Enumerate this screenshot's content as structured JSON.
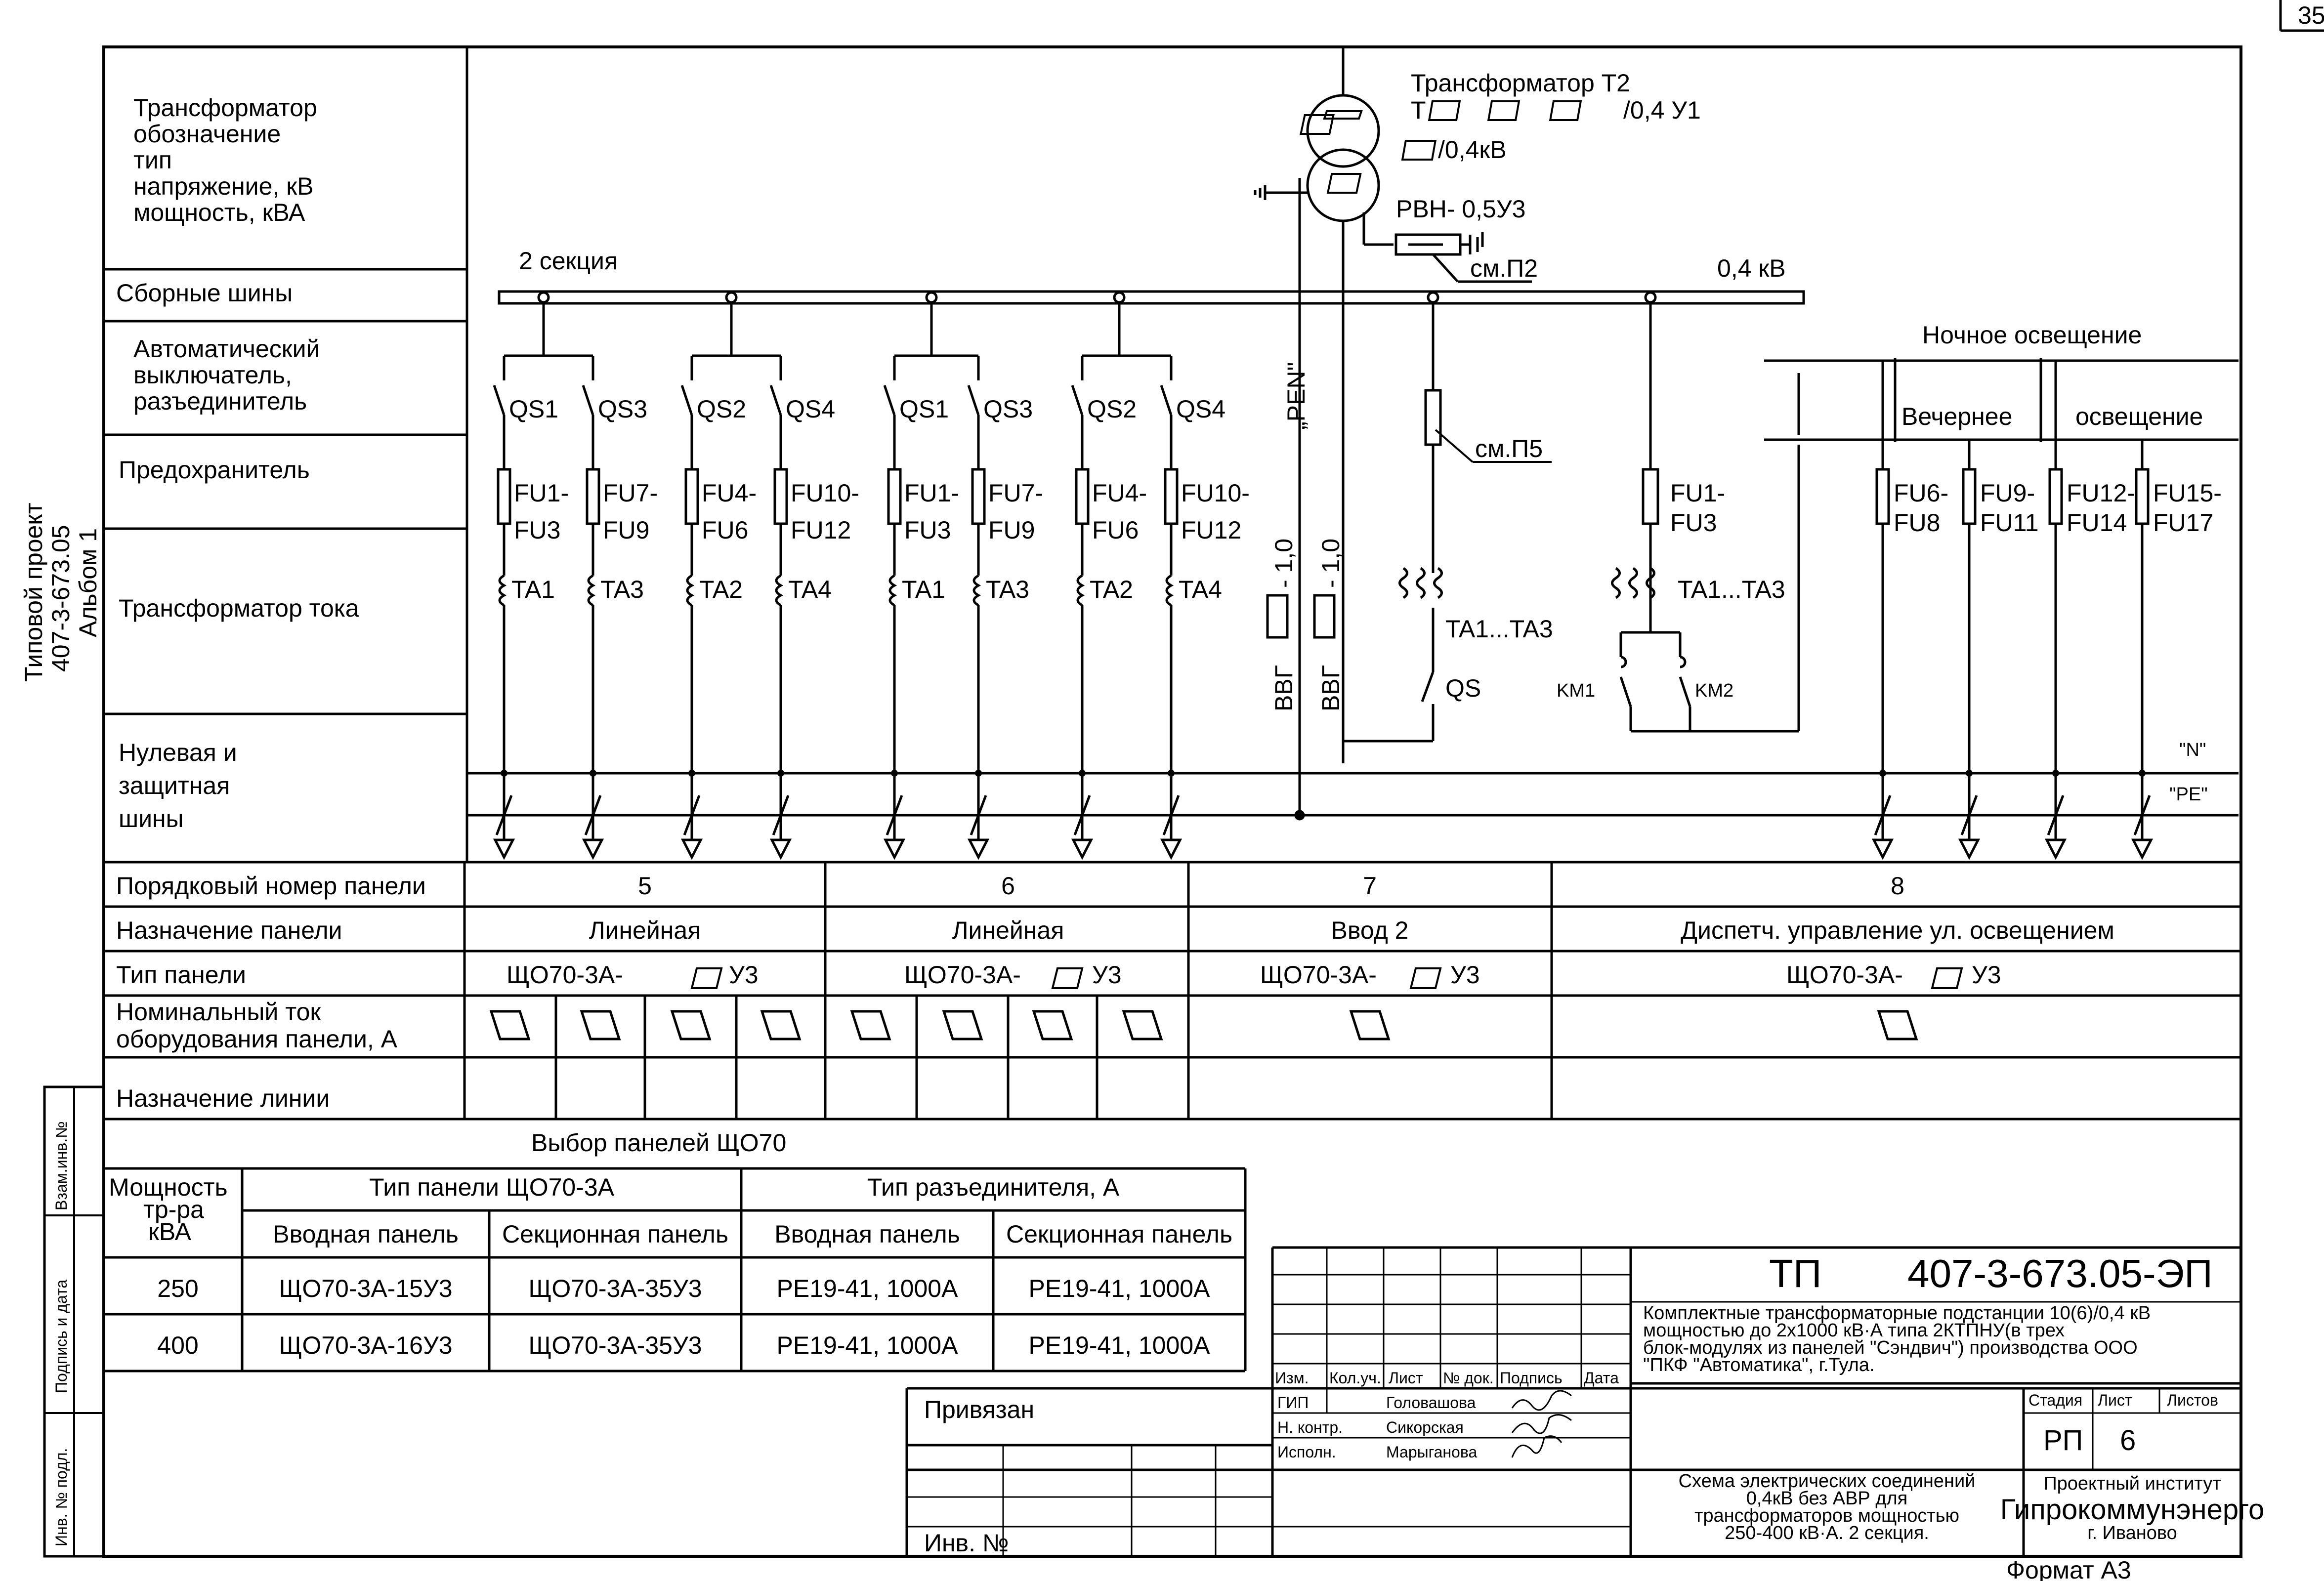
{
  "sheet_number": "35",
  "side_text": {
    "line1": "Типовой проект",
    "line2": "407-3-673.05",
    "line3": "Альбом 1"
  },
  "stamp_side": {
    "vzam": "Взам.инв.№",
    "podpis": "Подпись и дата",
    "inv": "Инв. № подл."
  },
  "row_labels": {
    "transformer": [
      "Трансформатор",
      "обозначение",
      "тип",
      "напряжение, кВ",
      "мощность, кВА"
    ],
    "busbar": "Сборные шины",
    "breaker": [
      "Автоматический",
      "выключатель,",
      "разъединитель"
    ],
    "fuse": "Предохранитель",
    "ct": "Трансформатор тока",
    "neutral": [
      "Нулевая и",
      "защитная",
      "шины"
    ]
  },
  "diagram": {
    "section": "2 секция",
    "voltage": "0,4 кВ",
    "t2_title": "Трансформатор Т2",
    "t2_type_a": "Т",
    "t2_type_b": "/0,4 У1",
    "t2_volt": "/0,4кВ",
    "rvn": "РВН- 0,5У3",
    "ref_p2": "см.П2",
    "ref_p5": "см.П5",
    "pen": "„PEN\"",
    "cable": "ВВГ",
    "cable_size": "- 1,0",
    "night": "Ночное освещение",
    "evening": "Вечернее",
    "lighting": "освещение",
    "n_label": "\"N\"",
    "pe_label": "\"PE\"",
    "qs": [
      "QS1",
      "QS3",
      "QS2",
      "QS4",
      "QS1",
      "QS3",
      "QS2",
      "QS4"
    ],
    "fu_top": [
      "FU1-",
      "FU7-",
      "FU4-",
      "FU10-",
      "FU1-",
      "FU7-",
      "FU4-",
      "FU10-"
    ],
    "fu_bot": [
      "FU3",
      "FU9",
      "FU6",
      "FU12",
      "FU3",
      "FU9",
      "FU6",
      "FU12"
    ],
    "ta": [
      "TA1",
      "TA3",
      "TA2",
      "TA4",
      "TA1",
      "TA3",
      "TA2",
      "TA4"
    ],
    "in_ta": "TA1...TA3",
    "in_qs": "QS",
    "c8_fu_top": "FU1-",
    "c8_fu_bot": "FU3",
    "c8_ta": "TA1...TA3",
    "km1": "KM1",
    "km2": "KM2",
    "light_fu_top": [
      "FU6-",
      "FU9-",
      "FU12-",
      "FU15-"
    ],
    "light_fu_bot": [
      "FU8",
      "FU11",
      "FU14",
      "FU17"
    ]
  },
  "panel_table": {
    "row_labels": [
      "Порядковый номер панели",
      "Назначение панели",
      "Тип панели",
      "Номинальный ток",
      "оборудования панели, А",
      "Назначение линии"
    ],
    "numbers": [
      "5",
      "6",
      "7",
      "8"
    ],
    "purposes": [
      "Линейная",
      "Линейная",
      "Ввод 2",
      "Диспетч. управление ул. освещением"
    ],
    "type_prefix": "ЩО70-3А-",
    "type_suffix": "У3"
  },
  "selection": {
    "title": "Выбор панелей ЩО70",
    "h_power": [
      "Мощность",
      "тр-ра",
      "кВА"
    ],
    "h_panel": "Тип панели ЩО70-3А",
    "h_switch": "Тип разъединителя, А",
    "sub": [
      "Вводная панель",
      "Секционная панель",
      "Вводная панель",
      "Секционная панель"
    ],
    "rows": [
      [
        "250",
        "ЩО70-3А-15У3",
        "ЩО70-3А-35У3",
        "РЕ19-41, 1000А",
        "РЕ19-41, 1000А"
      ],
      [
        "400",
        "ЩО70-3А-16У3",
        "ЩО70-3А-35У3",
        "РЕ19-41, 1000А",
        "РЕ19-41, 1000А"
      ]
    ]
  },
  "title_block": {
    "tp": "ТП",
    "code": "407-3-673.05-ЭП",
    "desc": [
      "Комплектные трансформаторные подстанции 10(6)/0,4 кВ",
      "мощностью до 2х1000 кВ·А типа 2КТПНУ(в трех",
      "блок-модулях из панелей \"Сэндвич\") производства ООО",
      "\"ПКФ \"Автоматика\", г.Тула."
    ],
    "cols": [
      "Изм.",
      "Кол.уч.",
      "Лист",
      "№ док.",
      "Подпись",
      "Дата"
    ],
    "roles": [
      "ГИП",
      "Н. контр.",
      "Исполн."
    ],
    "names": [
      "Головашова",
      "Сикорская",
      "Марыганова"
    ],
    "stage_h": [
      "Стадия",
      "Лист",
      "Листов"
    ],
    "stage": "РП",
    "sheet": "6",
    "scheme": [
      "Схема электрических соединений",
      "0,4кВ без АВР для",
      "трансформаторов мощностью",
      "250-400 кВ·А. 2 секция."
    ],
    "inst1": "Проектный институт",
    "inst2": "Гипрокоммунэнерго",
    "inst3": "г. Иваново",
    "privyazan": "Привязан",
    "inv": "Инв. №",
    "format": "Формат А3"
  }
}
